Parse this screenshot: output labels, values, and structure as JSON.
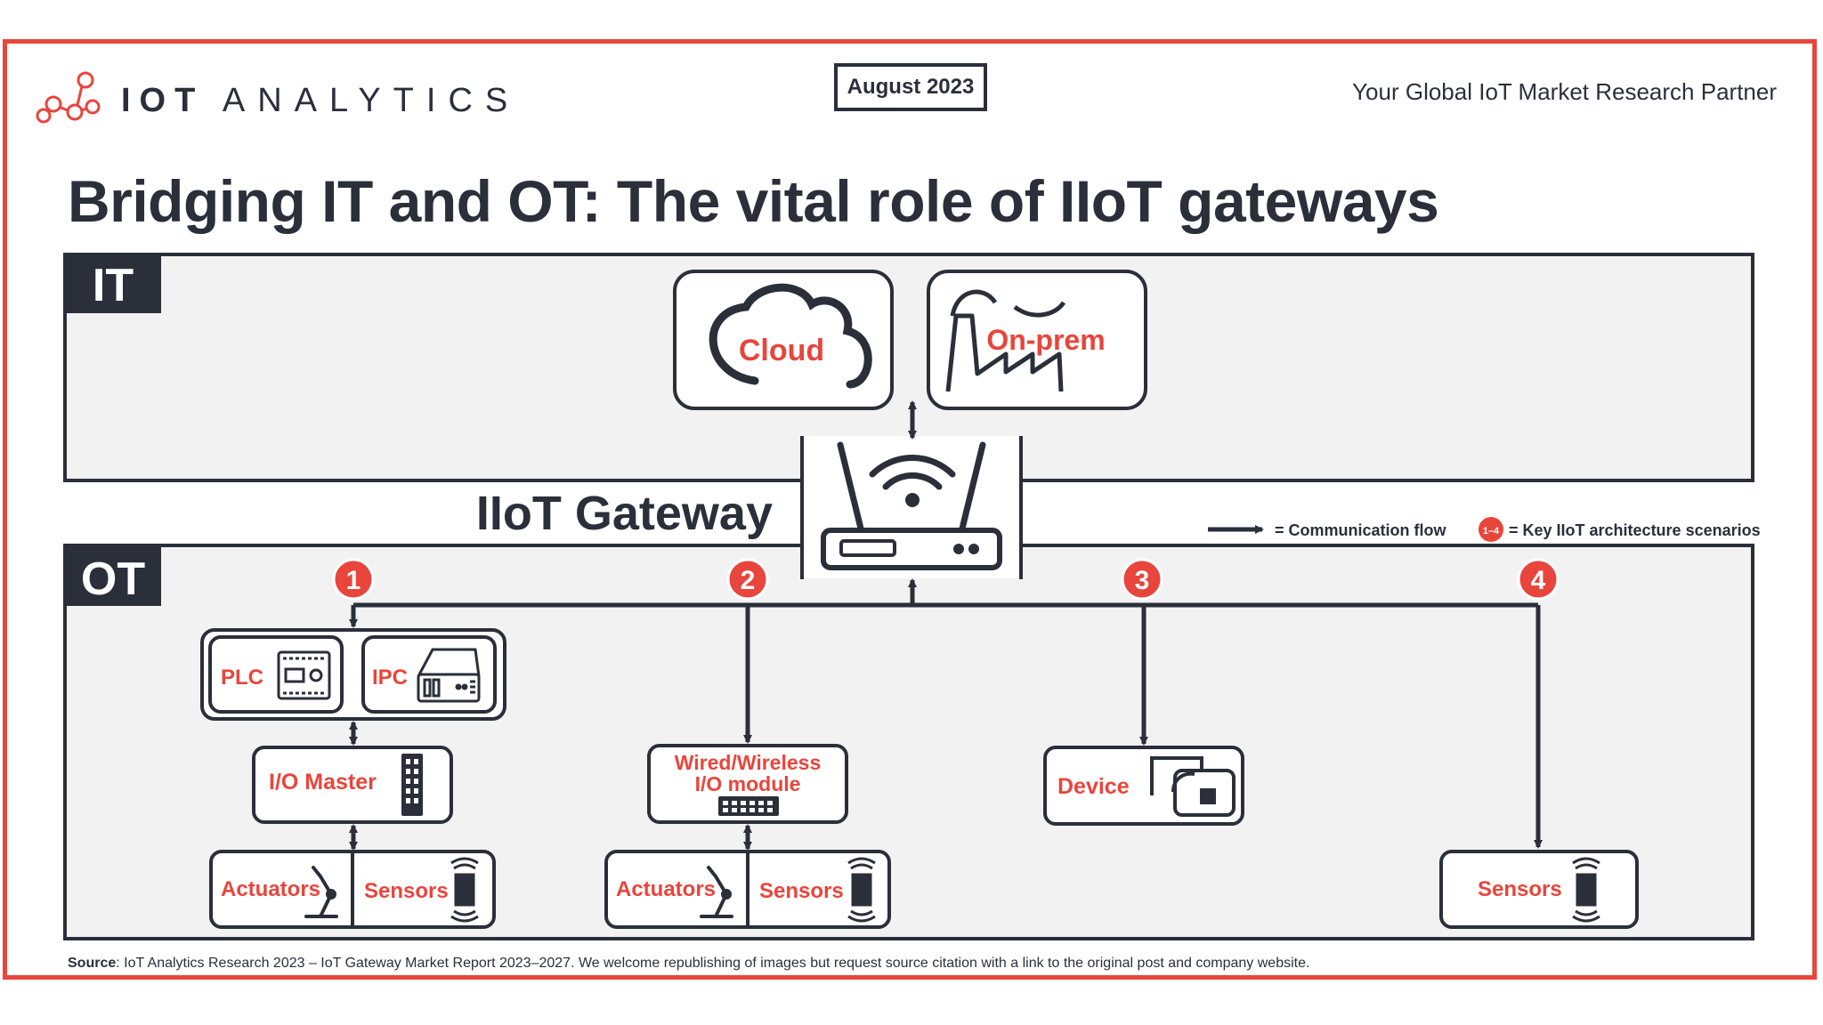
{
  "header": {
    "logo_bold": "IOT",
    "logo_light": "ANALYTICS",
    "date": "August 2023",
    "tagline": "Your Global IoT Market Research Partner"
  },
  "title": "Bridging IT and OT: The vital role of IIoT gateways",
  "layers": {
    "it": "IT",
    "ot": "OT"
  },
  "gateway_label": "IIoT Gateway",
  "it_nodes": {
    "cloud": "Cloud",
    "onprem": "On-prem"
  },
  "legend": {
    "flow": "= Communication flow",
    "badge": "1–4",
    "scenarios": "= Key IIoT architecture scenarios"
  },
  "scenarios": [
    "1",
    "2",
    "3",
    "4"
  ],
  "nodes": {
    "plc": "PLC",
    "ipc": "IPC",
    "io_master": "I/O Master",
    "io_module_line1": "Wired/Wireless",
    "io_module_line2": "I/O module",
    "device": "Device",
    "actuators": "Actuators",
    "sensors": "Sensors"
  },
  "source": {
    "label": "Source",
    "text": ": IoT Analytics Research 2023 – IoT Gateway Market Report 2023–2027. We welcome republishing of images but request source citation with a link to the original post and company website."
  },
  "colors": {
    "accent": "#e8453c",
    "dark": "#2a2f3a",
    "panel": "#f2f2f2"
  }
}
